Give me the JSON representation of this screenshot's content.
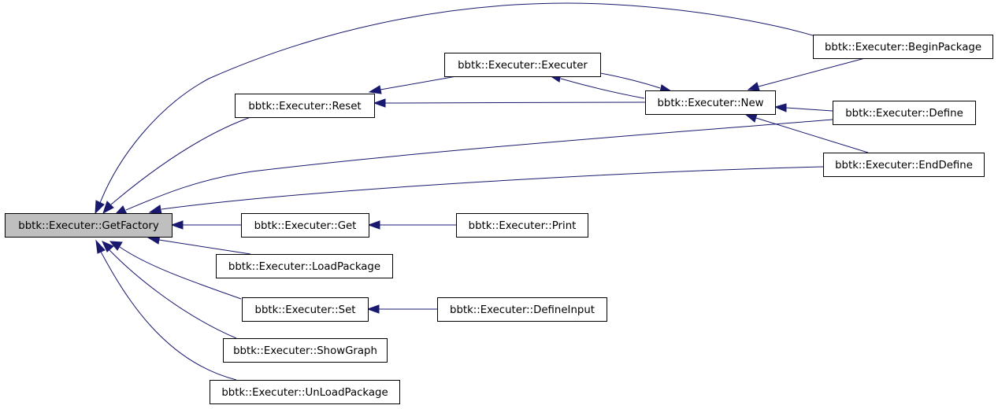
{
  "graph": {
    "nodes": {
      "get_factory": "bbtk::Executer::GetFactory",
      "reset": "bbtk::Executer::Reset",
      "executer": "bbtk::Executer::Executer",
      "new": "bbtk::Executer::New",
      "begin_package": "bbtk::Executer::BeginPackage",
      "define": "bbtk::Executer::Define",
      "end_define": "bbtk::Executer::EndDefine",
      "get": "bbtk::Executer::Get",
      "print": "bbtk::Executer::Print",
      "load_package": "bbtk::Executer::LoadPackage",
      "set": "bbtk::Executer::Set",
      "define_input": "bbtk::Executer::DefineInput",
      "show_graph": "bbtk::Executer::ShowGraph",
      "unload_package": "bbtk::Executer::UnLoadPackage"
    },
    "edges": [
      {
        "from": "begin_package",
        "to": "get_factory"
      },
      {
        "from": "reset",
        "to": "get_factory"
      },
      {
        "from": "define",
        "to": "get_factory"
      },
      {
        "from": "end_define",
        "to": "get_factory"
      },
      {
        "from": "get",
        "to": "get_factory"
      },
      {
        "from": "load_package",
        "to": "get_factory"
      },
      {
        "from": "set",
        "to": "get_factory"
      },
      {
        "from": "show_graph",
        "to": "get_factory"
      },
      {
        "from": "unload_package",
        "to": "get_factory"
      },
      {
        "from": "executer",
        "to": "reset"
      },
      {
        "from": "new",
        "to": "reset"
      },
      {
        "from": "new",
        "to": "executer"
      },
      {
        "from": "executer",
        "to": "new"
      },
      {
        "from": "begin_package",
        "to": "new"
      },
      {
        "from": "define",
        "to": "new"
      },
      {
        "from": "end_define",
        "to": "new"
      },
      {
        "from": "print",
        "to": "get"
      },
      {
        "from": "define_input",
        "to": "set"
      }
    ],
    "colors": {
      "edge": "#191970",
      "node_border": "#000000",
      "current_node_fill": "#bfbfbf",
      "node_fill": "#ffffff"
    }
  }
}
